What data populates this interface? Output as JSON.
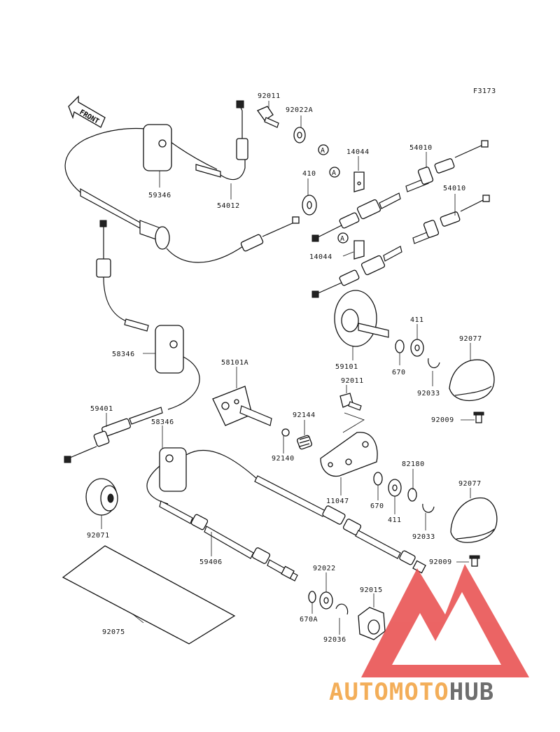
{
  "figure_code": "F3173",
  "front_label": "FRONT",
  "callout_letter": "A",
  "labels": {
    "p92011_top": "92011",
    "p92022A": "92022A",
    "p14044_top": "14044",
    "p54010_top": "54010",
    "p410": "410",
    "p59346_top": "59346",
    "p54012": "54012",
    "p54010_mid": "54010",
    "p14044_bot": "14044",
    "p58346_left": "58346",
    "p58101A": "58101A",
    "p59101": "59101",
    "p411_top": "411",
    "p92077_top": "92077",
    "p670_top": "670",
    "p92033_top": "92033",
    "p92011_mid": "92011",
    "p92009_top": "92009",
    "p59401": "59401",
    "p58346_mid": "58346",
    "p92144": "92144",
    "p92140": "92140",
    "p82180": "82180",
    "p92077_bot": "92077",
    "p11047": "11047",
    "p670_bot": "670",
    "p411_bot": "411",
    "p92033_bot": "92033",
    "p92071": "92071",
    "p59406": "59406",
    "p92009_bot": "92009",
    "p92022": "92022",
    "p92015": "92015",
    "p670A": "670A",
    "p92036": "92036",
    "p92075": "92075"
  },
  "watermark": {
    "part1": "AUTOMOTO",
    "part2": "HUB",
    "color_accent": "#f2a03d",
    "color_red": "#e84a4a",
    "color_dark": "#555555"
  }
}
